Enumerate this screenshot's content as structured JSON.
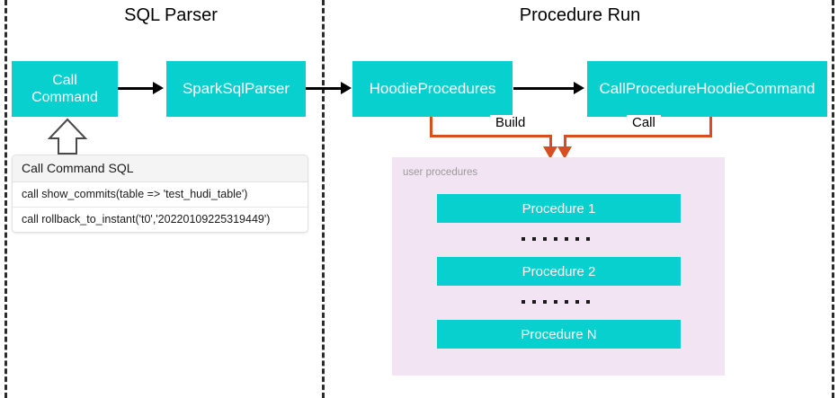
{
  "diagram": {
    "sections": [
      {
        "title": "SQL Parser"
      },
      {
        "title": "Procedure Run"
      }
    ],
    "nodes": {
      "call_command": "Call\nCommand",
      "call_command_line1": "Call",
      "call_command_line2": "Command",
      "spark_sql_parser": "SparkSqlParser",
      "hoodie_procedures": "HoodieProcedures",
      "call_procedure_hoodie_command": "CallProcedureHoodieCommand"
    },
    "edge_labels": {
      "build": "Build",
      "call": "Call"
    },
    "sql_table": {
      "header": "Call Command SQL",
      "rows": [
        "call show_commits(table => 'test_hudi_table')",
        "call rollback_to_instant('t0','20220109225319449')"
      ]
    },
    "user_procedures": {
      "label": "user procedures",
      "items": [
        "Procedure 1",
        "Procedure 2",
        "Procedure N"
      ],
      "ellipsis_dot_count": 7
    },
    "colors": {
      "teal": "#07D0CE",
      "panel_lavender": "#F3E4F3",
      "connector_orange": "#D94E1F",
      "arrow_black": "#000000",
      "divider_dash": "#2b2b2b",
      "node_text": "#FFFFFF",
      "muted_label": "#9A9A9A"
    }
  }
}
